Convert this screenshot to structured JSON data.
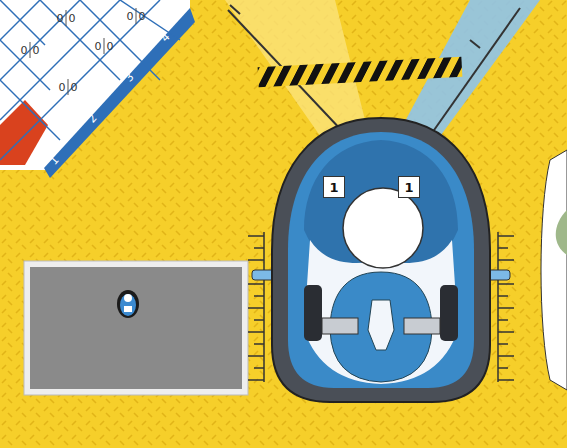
{
  "diagram": {
    "nodes": [
      {
        "text": [
          "1"
        ]
      },
      {
        "text": [
          "1"
        ]
      }
    ],
    "labels": [
      "0",
      "0",
      "0",
      "0",
      "0",
      "0",
      "0",
      "0",
      "0",
      "0",
      "1",
      "2",
      "3",
      "4"
    ]
  }
}
